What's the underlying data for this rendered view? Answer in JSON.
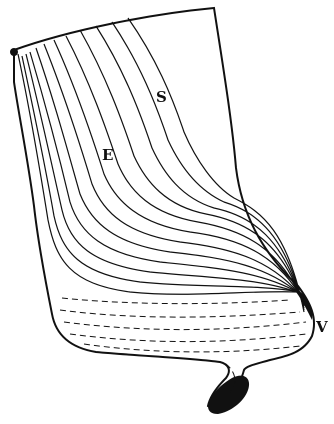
{
  "labels": {
    "s": "S",
    "e": "E",
    "v": "V"
  },
  "colors": {
    "ink": "#111111",
    "paper": "#ffffff"
  }
}
